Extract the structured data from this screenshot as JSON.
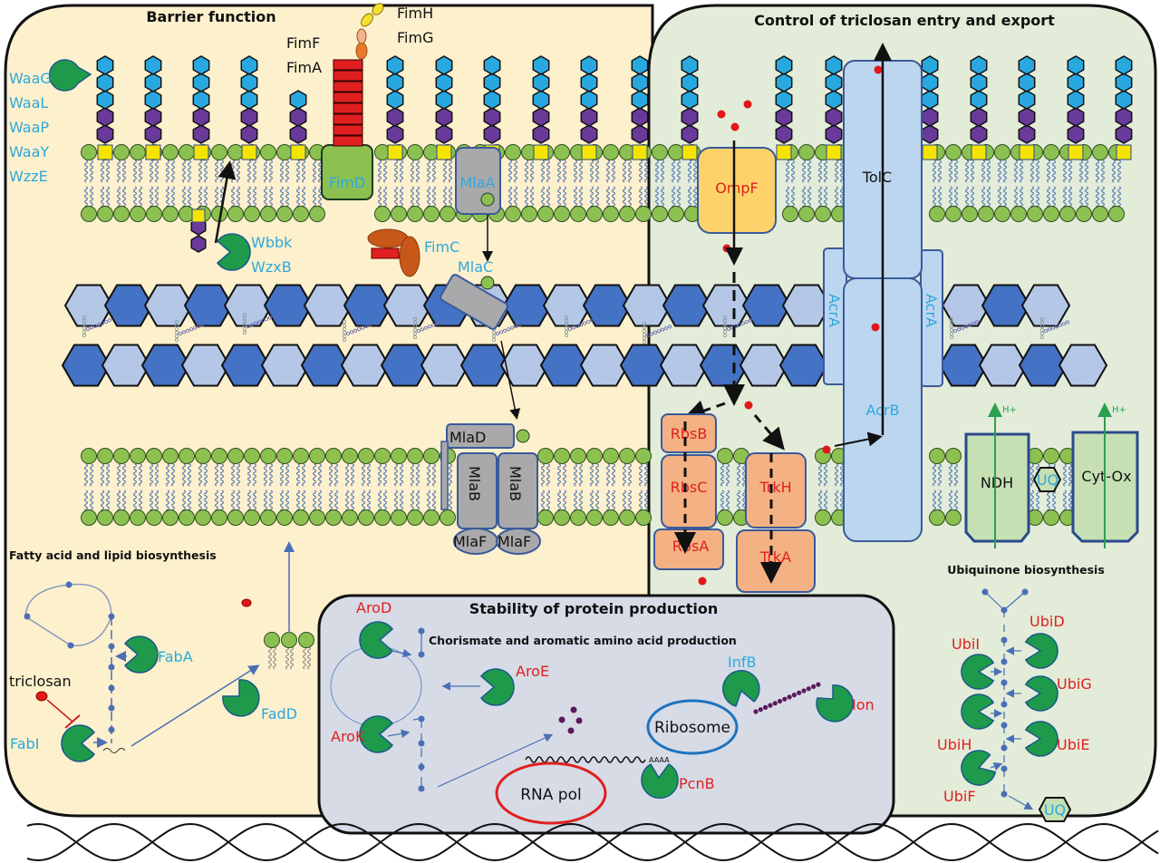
{
  "panels": {
    "barrier": {
      "title": "Barrier function",
      "fill": "#fdf0cc"
    },
    "triclosan": {
      "title": "Control of triclosan entry and export",
      "fill": "#e2ecd8"
    },
    "protein": {
      "title": "Stability of protein production",
      "fill": "#d6dbe6"
    }
  },
  "barrier_labels": {
    "waa": [
      "WaaG",
      "WaaL",
      "WaaP",
      "WaaY",
      "WzzE"
    ],
    "wbbk": "Wbbk",
    "wzxb": "WzxB",
    "fimf": "FimF",
    "fima": "FimA",
    "fimh": "FimH",
    "fimg": "FimG",
    "fimd": "FimD",
    "fimc": "FimC",
    "mlaa": "MlaA",
    "mlac": "MlaC",
    "mlad": "MlaD",
    "mlab": "MlaB",
    "mlaf": "MlaF"
  },
  "fatty_acid": {
    "title": "Fatty acid and lipid biosynthesis",
    "triclosan": "triclosan",
    "fabi": "FabI",
    "faba": "FabA",
    "fadd": "FadD"
  },
  "transport": {
    "ompf": "OmpF",
    "tolc": "TolC",
    "acra": "AcrA",
    "acrb": "AcrB",
    "rbsb": "RbsB",
    "rbsc": "RbsC",
    "rbsa": "RbsA",
    "trkh": "TrkH",
    "trka": "TrkA",
    "ndh": "NDH",
    "cytox": "Cyt-Ox",
    "uq": "UQ",
    "hplus": "H+"
  },
  "ubiquinone": {
    "title": "Ubiquinone biosynthesis",
    "enzymes_left": [
      "UbiI",
      "UbiH",
      "UbiF"
    ],
    "enzymes_right": [
      "UbiD",
      "UbiG",
      "UbiE"
    ],
    "product": "UQ"
  },
  "protein_production": {
    "subtitle": "Chorismate and aromatic amino acid production",
    "arod": "AroD",
    "aroe": "AroE",
    "arok": "AroK",
    "infb": "InfB",
    "lon": "Ion",
    "ribosome": "Ribosome",
    "pcnb": "PcnB",
    "rnapol": "RNA pol",
    "polya": "AAAA"
  },
  "colors": {
    "enzyme_green": "#1f9a4a",
    "lipid_head": "#8cc152",
    "lps_blue": "#29a8e0",
    "lps_purple": "#6a3a9a",
    "lipid_a_yellow": "#f5e400",
    "pg_light": "#b4c7e7",
    "pg_dark": "#4472c4",
    "triclosan_red": "#e01818",
    "label_blue": "#2fa8dc",
    "label_red": "#e02020"
  }
}
